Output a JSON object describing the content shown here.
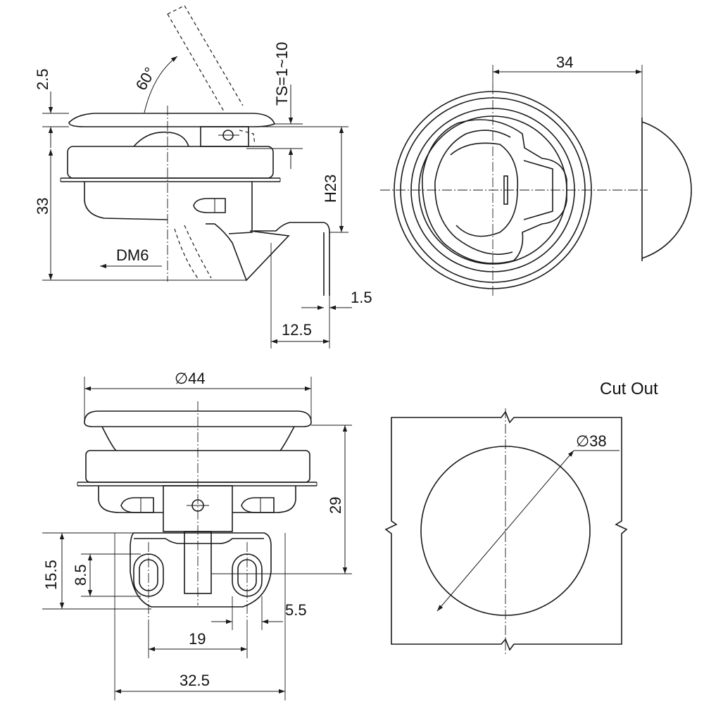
{
  "diagram": {
    "cutout_label": "Cut Out",
    "side_view": {
      "flange_thickness": "2.5",
      "lift_angle": "60°",
      "panel_thickness": "TS=1~10",
      "overall_height": "33",
      "body_height": "H23",
      "thread": "DM6",
      "cam_offset": "12.5",
      "cam_thickness": "1.5"
    },
    "top_view": {
      "ring_offset": "34"
    },
    "front_view": {
      "flange_diameter": "∅44",
      "depth": "29",
      "mount_height": "15.5",
      "slot_height": "8.5",
      "slot_width": "5.5",
      "slot_spacing": "19",
      "base_width": "32.5"
    },
    "cutout_view": {
      "hole_diameter": "∅38"
    }
  }
}
